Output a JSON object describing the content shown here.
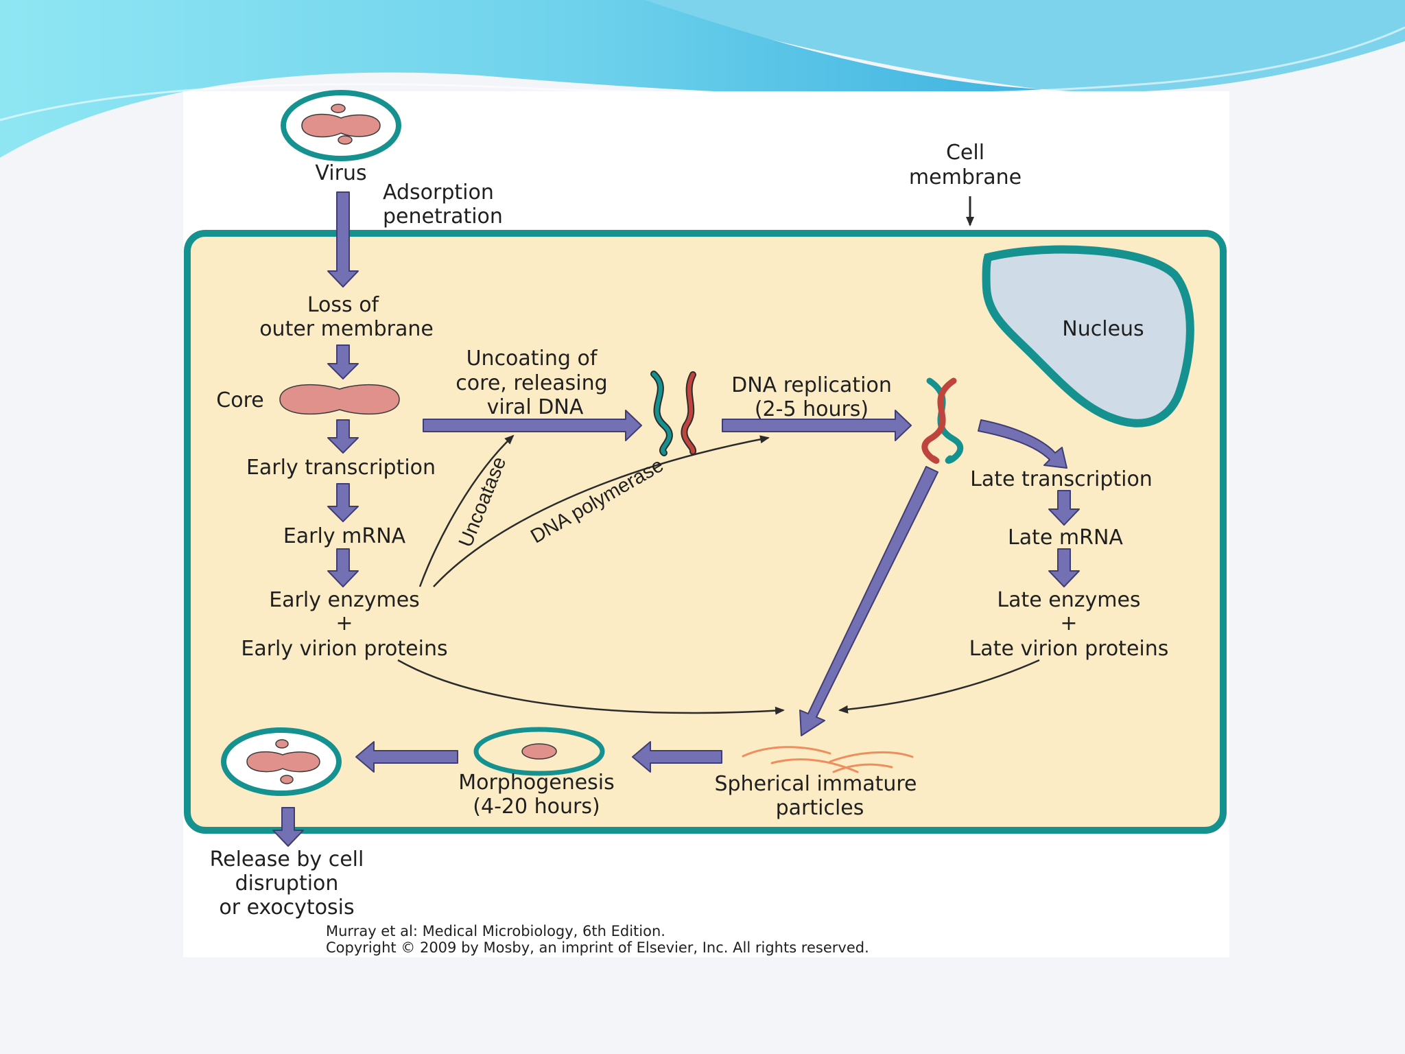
{
  "labels": {
    "virus": "Virus",
    "adsorption_line1": "Adsorption",
    "adsorption_line2": "penetration",
    "cell_membrane_line1": "Cell",
    "cell_membrane_line2": "membrane",
    "loss_line1": "Loss of",
    "loss_line2": "outer membrane",
    "core": "Core",
    "uncoating_line1": "Uncoating of",
    "uncoating_line2": "core, releasing",
    "uncoating_line3": "viral DNA",
    "dna_replication_line1": "DNA replication",
    "dna_replication_line2": "(2-5 hours)",
    "nucleus": "Nucleus",
    "early_transcription": "Early transcription",
    "early_mrna": "Early mRNA",
    "early_enzymes": "Early enzymes",
    "early_plus": "+",
    "early_virion_proteins": "Early virion proteins",
    "uncoatase": "Uncoatase",
    "dna_polymerase": "DNA polymerase",
    "late_transcription": "Late transcription",
    "late_mrna": "Late mRNA",
    "late_enzymes": "Late enzymes",
    "late_plus": "+",
    "late_virion_proteins": "Late virion proteins",
    "morphogenesis_line1": "Morphogenesis",
    "morphogenesis_line2": "(4-20 hours)",
    "spherical_line1": "Spherical immature",
    "spherical_line2": "particles",
    "release_line1": "Release by cell",
    "release_line2": "disruption",
    "release_line3": "or exocytosis"
  },
  "credit": {
    "line1": "Murray et al: Medical Microbiology, 6th Edition.",
    "line2": "Copyright © 2009 by Mosby, an imprint of Elsevier, Inc. All rights reserved."
  },
  "colors": {
    "cell_fill": "#fbecc6",
    "membrane_teal": "#15928f",
    "arrow_purple": "#7370b3",
    "core_pink": "#e1918c",
    "nucleus_fill": "#cfdbe6",
    "dna_red": "#c0443e",
    "particle_orange": "#ee8e5c",
    "header_blue": "#4fc1e3"
  }
}
